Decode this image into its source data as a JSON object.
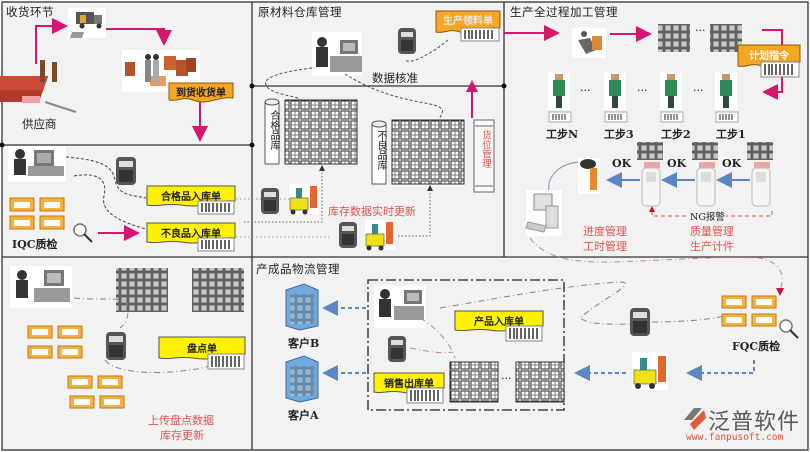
{
  "panels": {
    "receiving": {
      "title": "收货环节"
    },
    "raw_warehouse": {
      "title": "原材料仓库管理"
    },
    "production": {
      "title": "生产全过程加工管理"
    },
    "inventory": {
      "title": ""
    },
    "finished_logistics": {
      "title": "产成品物流管理"
    }
  },
  "receiving": {
    "supplier_label": "供应商",
    "receipt_doc": "到货收货单",
    "iqc_label": "IQC质检",
    "qualified_doc": "合格品入库单",
    "defective_doc": "不良品入库单"
  },
  "raw_warehouse": {
    "production_pick_doc": "生产领料单",
    "data_verify_label": "数据核准",
    "qualified_store": "合格品库",
    "defective_store": "不良品库",
    "location_mgmt": "货位管理",
    "realtime_update": "库存数据实时更新"
  },
  "production": {
    "plan_doc": "计划指令",
    "steps": [
      "工步N",
      "工步3",
      "工步2",
      "工步1"
    ],
    "ellipsis": "···",
    "ok_labels": [
      "OK",
      "OK",
      "OK"
    ],
    "ng_alarm": "NG报警",
    "progress_mgmt": "进度管理",
    "hours_mgmt": "工时管理",
    "quality_mgmt": "质量管理",
    "production_count": "生产计件"
  },
  "inventory": {
    "count_doc": "盘点单",
    "upload_line1": "上传盘点数据",
    "upload_line2": "库存更新"
  },
  "finished_logistics": {
    "customer_b": "客户B",
    "customer_a": "客户A",
    "product_in_doc": "产品入库单",
    "sales_out_doc": "销售出库单",
    "fqc_label": "FQC质检",
    "ellipsis": "···"
  },
  "logo": {
    "name": "泛普软件",
    "url": "www.fanpusoft.com"
  },
  "colors": {
    "flow_arrow": "#d6156e",
    "doc_yellow": "#fff200",
    "doc_orange": "#f5a623",
    "red_text": "#e4524f",
    "blue_arrow": "#5b87c5",
    "panel_bg": "#f2f2f2",
    "border": "#333333"
  }
}
